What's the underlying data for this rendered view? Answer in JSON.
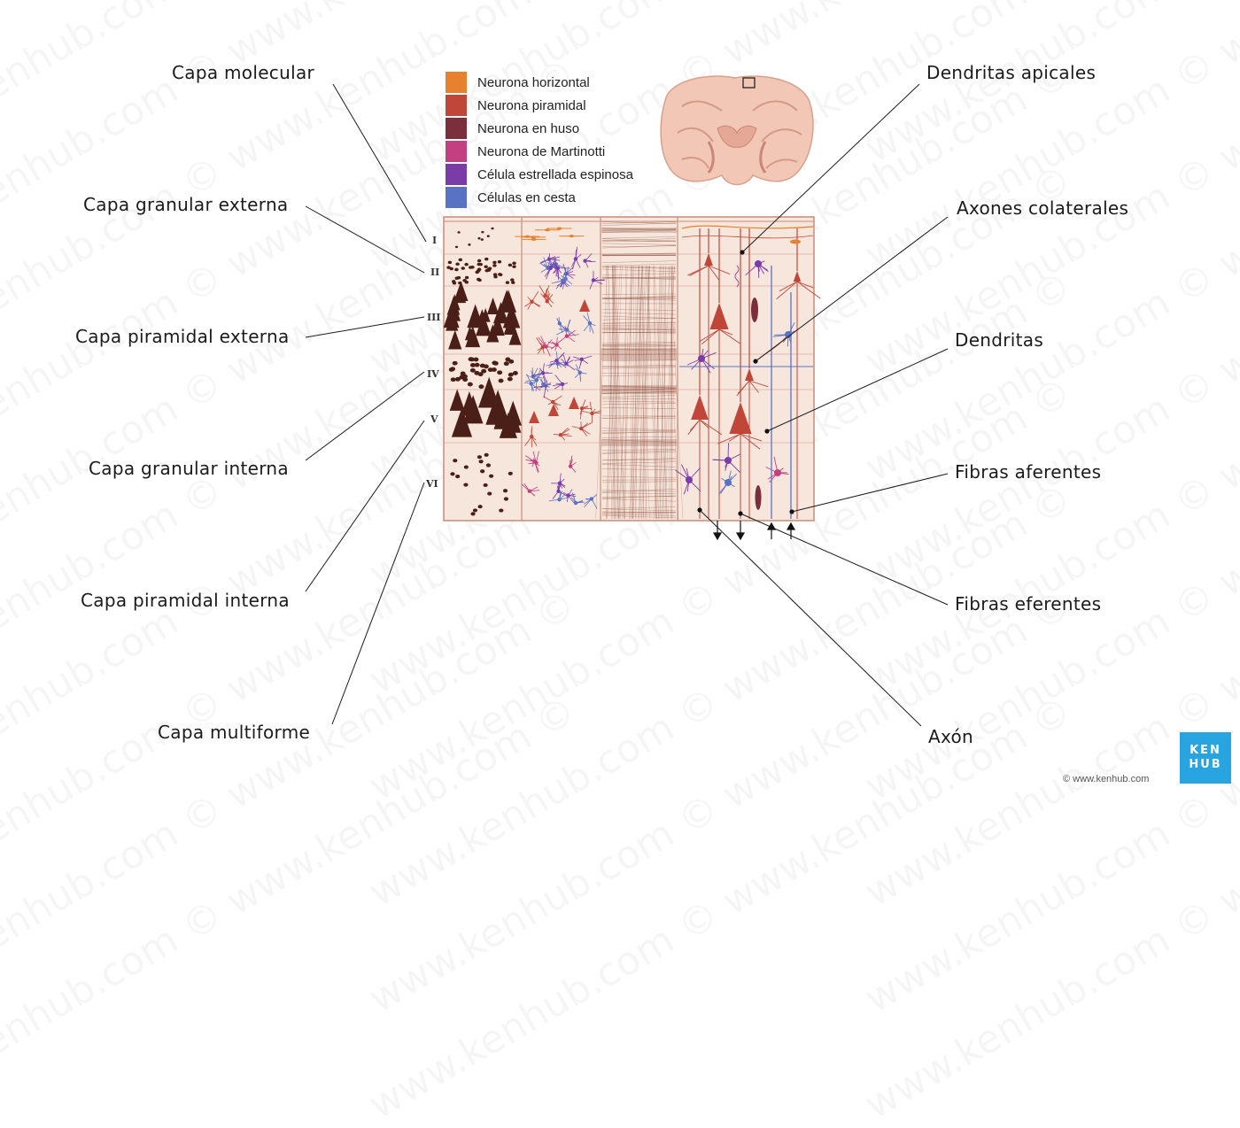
{
  "left_labels": [
    {
      "id": "capa-molecular",
      "text": "Capa molecular"
    },
    {
      "id": "capa-granular-externa",
      "text": "Capa granular externa"
    },
    {
      "id": "capa-piramidal-externa",
      "text": "Capa piramidal externa"
    },
    {
      "id": "capa-granular-interna",
      "text": "Capa granular interna"
    },
    {
      "id": "capa-piramidal-interna",
      "text": "Capa piramidal interna"
    },
    {
      "id": "capa-multiforme",
      "text": "Capa multiforme"
    }
  ],
  "right_labels": [
    {
      "id": "dendritas-apicales",
      "text": "Dendritas apicales"
    },
    {
      "id": "axones-colaterales",
      "text": "Axones colaterales"
    },
    {
      "id": "dendritas",
      "text": "Dendritas"
    },
    {
      "id": "fibras-aferentes",
      "text": "Fibras aferentes"
    },
    {
      "id": "fibras-eferentes",
      "text": "Fibras eferentes"
    },
    {
      "id": "axon",
      "text": "Axón"
    }
  ],
  "legend": [
    {
      "text": "Neurona horizontal",
      "color": "#e8812f"
    },
    {
      "text": "Neurona piramidal",
      "color": "#c0463a"
    },
    {
      "text": "Neurona en huso",
      "color": "#7b2f3c"
    },
    {
      "text": "Neurona de Martinotti",
      "color": "#c2407f"
    },
    {
      "text": "Célula estrellada espinosa",
      "color": "#7a3da8"
    },
    {
      "text": "Células en cesta",
      "color": "#5a72c4"
    }
  ],
  "layers": [
    "I",
    "II",
    "III",
    "IV",
    "V",
    "VI"
  ],
  "watermark": "www.kenhub.com ©",
  "logo": {
    "line1": "KEN",
    "line2": "HUB"
  },
  "url": "© www.kenhub.com",
  "colors": {
    "panel_bg": "#f7e6dc",
    "panel_border": "#c98c78",
    "soma": "#4a1f17",
    "fiber": "#8a4a3a"
  }
}
